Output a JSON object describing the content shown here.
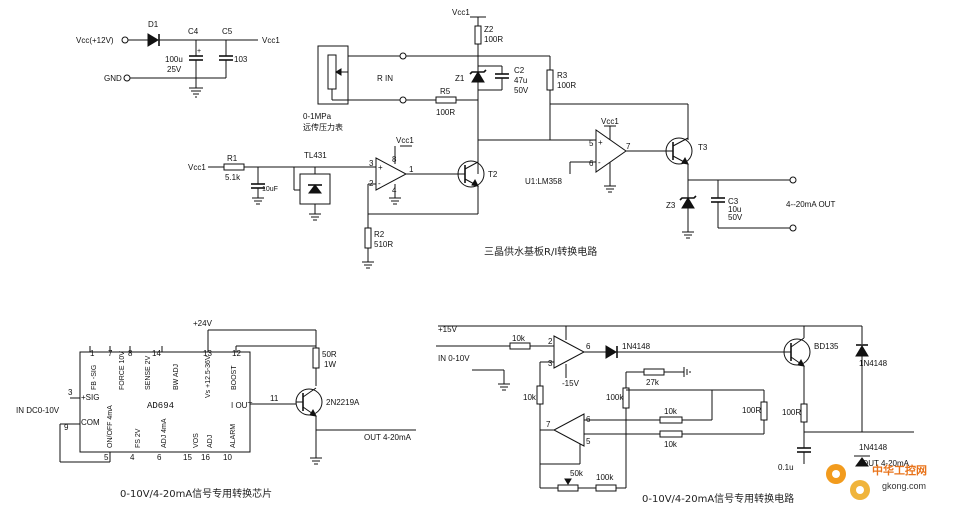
{
  "top": {
    "vcc_in": "Vcc(+12V)",
    "gnd": "GND",
    "vcc1": "Vcc1",
    "d1": "D1",
    "c4": "C4",
    "c5": "C5",
    "c4_val1": "100u",
    "c4_val2": "25V",
    "c5_val": "103",
    "z2": "Z2",
    "z2_val": "100R",
    "z1": "Z1",
    "c2": "C2",
    "c2_val1": "47u",
    "c2_val2": "50V",
    "r3": "R3",
    "r3_val": "100R",
    "rin": "R IN",
    "r5": "R5",
    "r5_val": "100R",
    "sensor1": "0-1MPa",
    "sensor2": "远传压力表",
    "r1": "R1",
    "r1_val": "5.1k",
    "cap_small": "10uF",
    "tl431": "TL431",
    "r2": "R2",
    "r2_val": "510R",
    "t2": "T2",
    "t3": "T3",
    "u1": "U1:LM358",
    "z3": "Z3",
    "c3": "C3",
    "c3_val1": "10u",
    "c3_val2": "50V",
    "out": "4--20mA OUT",
    "pin_plus": "+",
    "pin_minus": "-",
    "pin_1": "1",
    "pin_3": "3",
    "pin_2": "2",
    "pin_8": "8",
    "pin_4": "4",
    "pin_5": "5",
    "pin_6": "6",
    "pin_7": "7",
    "caption": "三晶供水基板R/I转换电路"
  },
  "ad694": {
    "plus24": "+24V",
    "chip": "AD694",
    "pins_top": [
      "1",
      "7",
      "8",
      "14",
      "13",
      "12"
    ],
    "labels_top": [
      "FB -SIG",
      "FORCE 10V",
      "SENSE 2V",
      "BW ADJ",
      "Vs +12.5-36V",
      "BOOST"
    ],
    "pins_bottom": [
      "5",
      "4",
      "6",
      "15",
      "16",
      "10"
    ],
    "labels_bottom": [
      "ON/OFF 4mA",
      "FS 2V",
      "ADJ 4mA",
      "VOS",
      "ADJ",
      "ALARM"
    ],
    "pin3": "3",
    "sig": "+SIG",
    "pin9": "9",
    "com": "COM",
    "in": "IN DC0-10V",
    "iout": "I OUT",
    "pin11": "11",
    "r50_1": "50R",
    "r50_2": "1W",
    "q": "2N2219A",
    "out": "OUT 4-20mA",
    "caption": "0-10V/4-20mA信号专用转换芯片"
  },
  "br": {
    "v15": "+15V",
    "in": "IN 0-10V",
    "r10k": "10k",
    "r10k_b": "10k",
    "r10k_c": "10k",
    "r10k_d": "10k",
    "r27k": "27k",
    "r100k_a": "100k",
    "r100k_b": "100k",
    "r50k": "50k",
    "r100r_a": "100R",
    "r100r_b": "100R",
    "d1": "1N4148",
    "d2": "1N4148",
    "d3": "1N4148",
    "bd135": "BD135",
    "minus15": "-15V",
    "cap": "0.1u",
    "out": "OUT 4-20mA",
    "p2": "2",
    "p3": "3",
    "p6": "6",
    "p5": "5",
    "p7": "7",
    "caption": "0-10V/4-20mA信号专用转换电路"
  },
  "logo": {
    "name": "中华工控网",
    "url": "gkong.com"
  }
}
